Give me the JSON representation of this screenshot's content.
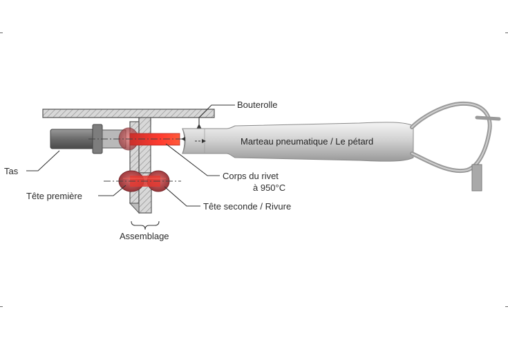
{
  "labels": {
    "bouterolle": "Bouterolle",
    "marteau": "Marteau pneumatique / Le pétard",
    "tas": "Tas",
    "corps_line1": "Corps du rivet",
    "corps_line2": "à 950°C",
    "tete_premiere": "Tête première",
    "tete_seconde": "Tête seconde / Rivure",
    "assemblage": "Assemblage"
  },
  "colors": {
    "metal_dark": "#6e6e6e",
    "metal_light": "#c9c9c9",
    "hot_rivet": "#e8352b",
    "rivet_head": "#b8474a",
    "line": "#3a3a3a"
  }
}
